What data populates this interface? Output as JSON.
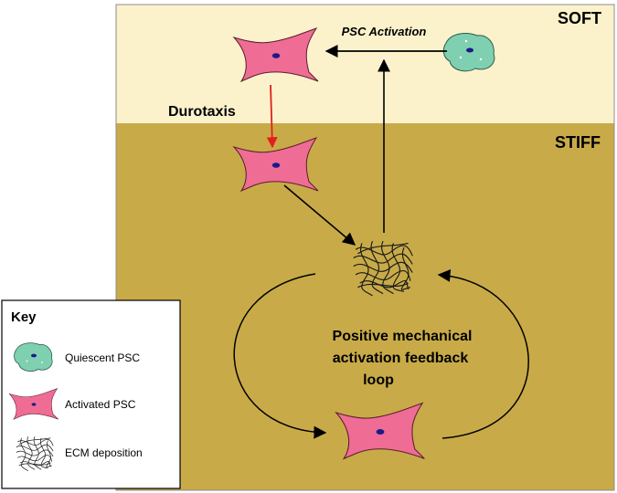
{
  "regions": {
    "soft_label": "SOFT",
    "stiff_label": "STIFF"
  },
  "labels": {
    "psc_activation": "PSC Activation",
    "durotaxis": "Durotaxis",
    "loop_line1": "Positive mechanical",
    "loop_line2": "activation feedback",
    "loop_line3": "loop"
  },
  "key": {
    "title": "Key",
    "items": [
      {
        "label": "Quiescent PSC",
        "icon": "quiescent-psc-icon"
      },
      {
        "label": "Activated PSC",
        "icon": "activated-psc-icon"
      },
      {
        "label": "ECM deposition",
        "icon": "ecm-deposition-icon"
      }
    ]
  },
  "colors": {
    "soft_bg": "#fbf2cc",
    "stiff_bg": "#c8ab48",
    "activated_psc": "#ef6c94",
    "quiescent_psc": "#7fd0b0",
    "nucleus": "#1a1a8c",
    "durotaxis_arrow": "#e0201c"
  }
}
